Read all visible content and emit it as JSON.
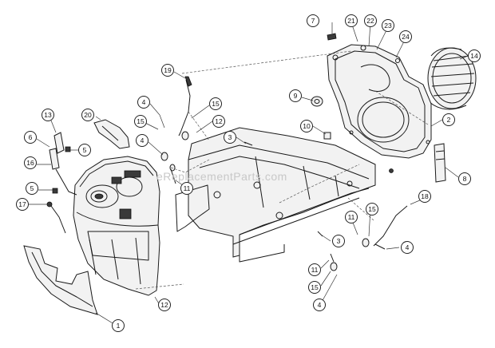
{
  "watermark": "eReplacementParts.com",
  "callouts": [
    {
      "id": "c7",
      "label": "7"
    },
    {
      "id": "c21",
      "label": "21"
    },
    {
      "id": "c22",
      "label": "22"
    },
    {
      "id": "c23",
      "label": "23"
    },
    {
      "id": "c24",
      "label": "24"
    },
    {
      "id": "c14",
      "label": "14"
    },
    {
      "id": "c19",
      "label": "19"
    },
    {
      "id": "c9",
      "label": "9"
    },
    {
      "id": "c2",
      "label": "2"
    },
    {
      "id": "c4a",
      "label": "4"
    },
    {
      "id": "c15a",
      "label": "15"
    },
    {
      "id": "c12a",
      "label": "12"
    },
    {
      "id": "c20",
      "label": "20"
    },
    {
      "id": "c13",
      "label": "13"
    },
    {
      "id": "c15b",
      "label": "15"
    },
    {
      "id": "c3a",
      "label": "3"
    },
    {
      "id": "c10",
      "label": "10"
    },
    {
      "id": "c6",
      "label": "6"
    },
    {
      "id": "c4b",
      "label": "4"
    },
    {
      "id": "c5a",
      "label": "5"
    },
    {
      "id": "c16",
      "label": "16"
    },
    {
      "id": "c11a",
      "label": "11"
    },
    {
      "id": "c8",
      "label": "8"
    },
    {
      "id": "c5b",
      "label": "5"
    },
    {
      "id": "c18",
      "label": "18"
    },
    {
      "id": "c17",
      "label": "17"
    },
    {
      "id": "c11b",
      "label": "11"
    },
    {
      "id": "c15c",
      "label": "15"
    },
    {
      "id": "c3b",
      "label": "3"
    },
    {
      "id": "c4c",
      "label": "4"
    },
    {
      "id": "c11c",
      "label": "11"
    },
    {
      "id": "c15d",
      "label": "15"
    },
    {
      "id": "c12b",
      "label": "12"
    },
    {
      "id": "c4d",
      "label": "4"
    },
    {
      "id": "c1",
      "label": "1"
    }
  ]
}
